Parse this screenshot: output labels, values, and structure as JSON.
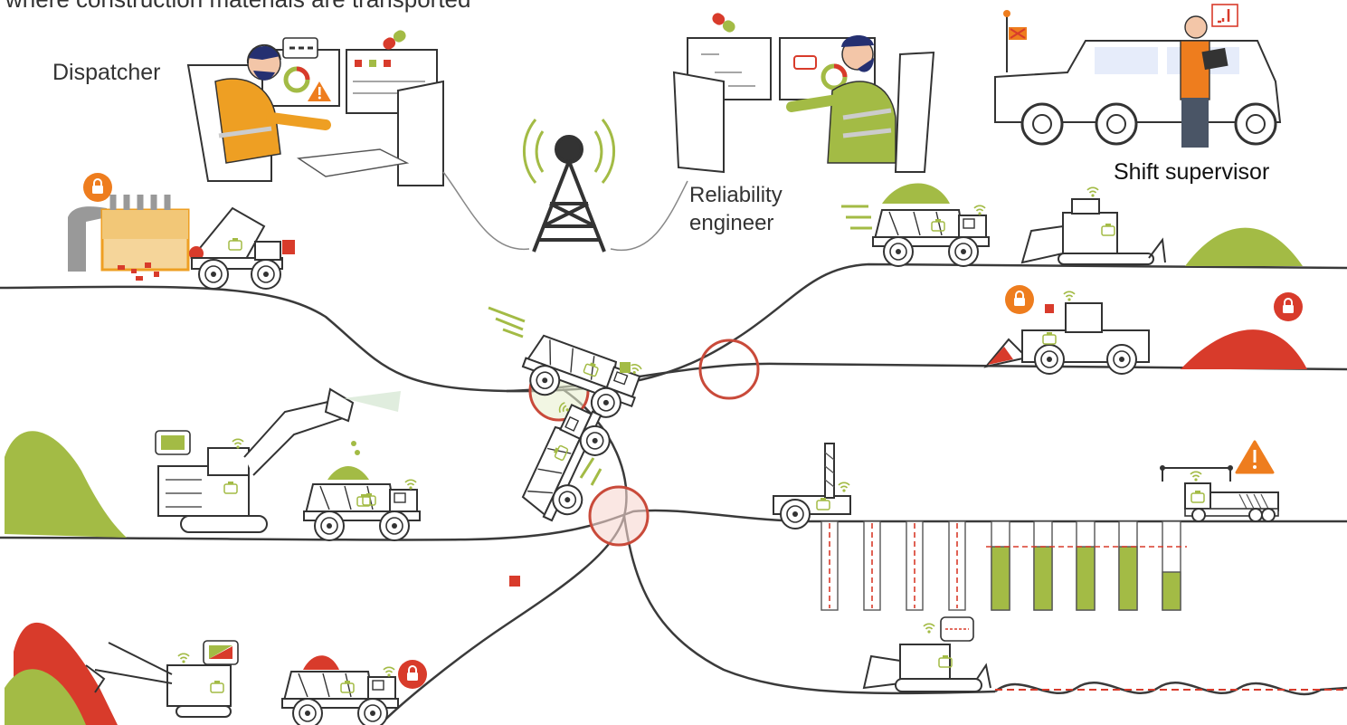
{
  "heading_fragment": "where construction materials are transported",
  "roles": {
    "dispatcher": "Dispatcher",
    "reliability_engineer": "Reliability engineer",
    "shift_supervisor": "Shift supervisor"
  },
  "colors": {
    "green": "#a3bb45",
    "red": "#d83b2b",
    "orange": "#ee7d1e",
    "line": "#3a3a3a",
    "ring": "#c94a3a"
  },
  "icons": [
    "chat-bubble-icon",
    "warning-icon",
    "lock-icon",
    "wifi-signal-icon",
    "cell-tower-icon",
    "alert-flag-icon",
    "engine-icon"
  ]
}
